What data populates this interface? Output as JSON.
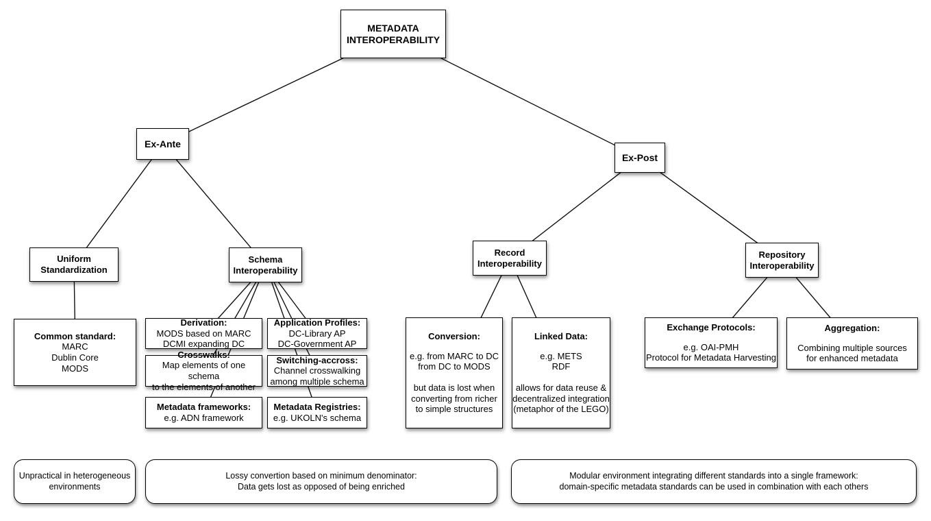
{
  "nodes": {
    "root": {
      "title": "METADATA\nINTEROPERABILITY"
    },
    "ex_ante": {
      "title": "Ex-Ante"
    },
    "ex_post": {
      "title": "Ex-Post"
    },
    "uniform_standardization": {
      "title": "Uniform\nStandardization"
    },
    "schema_interoperability": {
      "title": "Schema\nInteroperability"
    },
    "record_interoperability": {
      "title": "Record\nInteroperability"
    },
    "repository_interoperability": {
      "title": "Repository\nInteroperability"
    },
    "common_standard": {
      "title": "Common standard:",
      "body": "MARC\nDublin Core\nMODS"
    },
    "derivation": {
      "title": "Derivation:",
      "body": "MODS based on MARC\nDCMI expanding DC"
    },
    "crosswalks": {
      "title": "Crosswalks:",
      "body": "Map elements of one schema\nto the elements of another"
    },
    "metadata_frameworks": {
      "title": "Metadata frameworks:",
      "body": "e.g. ADN framework"
    },
    "application_profiles": {
      "title": "Application Profiles:",
      "body": "DC-Library AP\nDC-Government AP"
    },
    "switching_accross": {
      "title": "Switching-accross:",
      "body": "Channel crosswalking\namong multiple schema"
    },
    "metadata_registries": {
      "title": "Metadata Registries:",
      "body": "e.g. UKOLN's schema"
    },
    "conversion": {
      "title": "Conversion:",
      "body": "e.g. from MARC to DC\nfrom DC to MODS\n\nbut data is lost when\nconverting from richer\nto simple structures"
    },
    "linked_data": {
      "title": "Linked Data:",
      "body": "e.g. METS\nRDF\n\nallows for data reuse &\ndecentralized integration\n(metaphor of the LEGO)"
    },
    "exchange_protocols": {
      "title": "Exchange Protocols:",
      "body": "e.g. OAI-PMH\nProtocol for Metadata Harvesting"
    },
    "aggregation": {
      "title": "Aggregation:",
      "body": "Combining multiple sources\nfor enhanced metadata"
    }
  },
  "notes": {
    "ex_ante_note": "Unpractical in heterogeneous\nenvironments",
    "schema_note": "Lossy convertion based on minimum denominator:\nData gets lost as opposed of being enriched",
    "ex_post_note": "Modular environment integrating different standards into a single framework:\ndomain-specific metadata standards can be used in combination with each others"
  },
  "colors": {
    "box_border": "#000000",
    "box_background": "#ffffff",
    "connector_line": "#111111",
    "text": "#000000"
  }
}
